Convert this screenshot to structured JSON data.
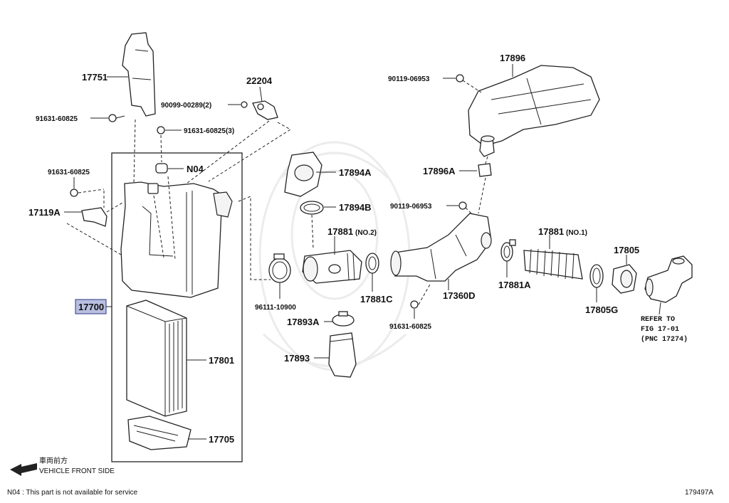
{
  "diagram": {
    "labels": {
      "p17751": "17751",
      "p91631_a": "91631-60825",
      "p22204": "22204",
      "p90099": "90099-00289(2)",
      "p91631_b": "91631-60825(3)",
      "pN04": "N04",
      "p91631_c": "91631-60825",
      "p17119A": "17119A",
      "p17700": "17700",
      "p17801": "17801",
      "p17705": "17705",
      "p17894A": "17894A",
      "p17894B": "17894B",
      "p17881_2": "17881",
      "p17881_2_no": "(NO.2)",
      "p96111": "96111-10900",
      "p17881C": "17881C",
      "p17893A": "17893A",
      "p17893": "17893",
      "p17896": "17896",
      "p90119_a": "90119-06953",
      "p17896A": "17896A",
      "p90119_b": "90119-06953",
      "p17360D": "17360D",
      "p91631_d": "91631-60825",
      "p17881A": "17881A",
      "p17881_1": "17881",
      "p17881_1_no": "(NO.1)",
      "p17805": "17805",
      "p17805G": "17805G"
    },
    "refer": [
      "REFER TO",
      "FIG 17-01",
      "(PNC 17274)"
    ],
    "front_jp": "車両前方",
    "front_en": "VEHICLE FRONT SIDE",
    "footnote": "N04 : This part is not available for service",
    "fig_code": "179497A",
    "highlight_color": "#b9bfe0"
  }
}
